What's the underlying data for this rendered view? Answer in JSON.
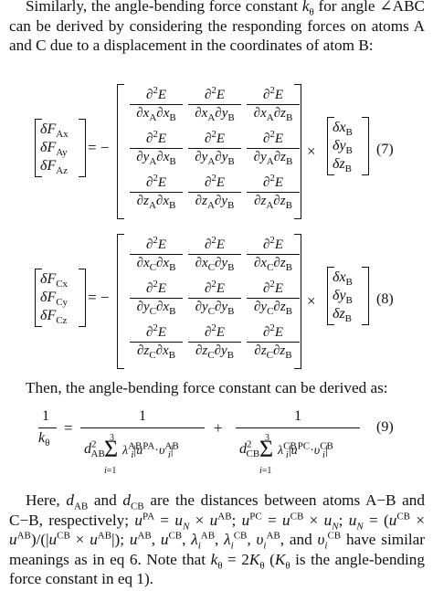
{
  "intro": "Similarly, the angle-bending force constant kθ for angle ∠ABC can be derived by considering the responding forces on atoms A and C due to a displacement in the coordinates of atom B:",
  "eq7": {
    "number": "(7)",
    "lhs": [
      "δF",
      "δF",
      "δF"
    ],
    "lhs_sub": [
      "Ax",
      "Ay",
      "Az"
    ],
    "rows": [
      [
        "∂²E/∂xₐ∂xᵦ",
        "∂²E/∂xₐ∂yᵦ",
        "∂²E/∂xₐ∂zᵦ"
      ]
    ],
    "num": "∂²E",
    "dens": [
      [
        "∂xₐ∂x",
        "∂xₐ∂y",
        "∂xₐ∂z"
      ]
    ],
    "den_row_vars": [
      "x",
      "y",
      "z"
    ],
    "atom": "A",
    "rhs": [
      "δx",
      "δy",
      "δz"
    ],
    "rhs_sub": "B"
  },
  "eq8": {
    "number": "(8)",
    "lhs_sub": [
      "Cx",
      "Cy",
      "Cz"
    ],
    "atom": "C"
  },
  "then": "Then, the angle-bending force constant can be derived as:",
  "eq9": {
    "number": "(9)",
    "one": "1",
    "k": "k",
    "theta": "θ",
    "plus": "+",
    "sum_top": "3",
    "sum_bot": "i=1",
    "d1": "d",
    "d1_sub": "AB",
    "d1_sup": "2",
    "d2_sub": "CB",
    "lam1": "λ",
    "lam1_sup": "AB",
    "lam2_sup": "CB",
    "u1_sup": "PA",
    "u2_sup": "PC",
    "v1_sup": "AB",
    "v2_sup": "CB"
  },
  "closing_lines": [
    "Here, d",
    "AB",
    " and d",
    "CB",
    " are the distances between atoms A−B",
    "and C−B, respectively; u",
    "PA",
    " = u",
    "N",
    " × u",
    "AB",
    "; u",
    "PC",
    " = u",
    "CB",
    " × u",
    "N",
    ";"
  ],
  "closing_line3": "u_N = (u^CB × u^AB)/(|u^CB × u^AB|); u^AB, u^CB, λ_i^AB, λ_i^CB, υ_i^AB,",
  "closing_line4": "and υ_i^CB have similar meanings as in eq 6. Note that kθ =",
  "closing_line5": "2Kθ (Kθ is the angle-bending force constant in eq 1)."
}
